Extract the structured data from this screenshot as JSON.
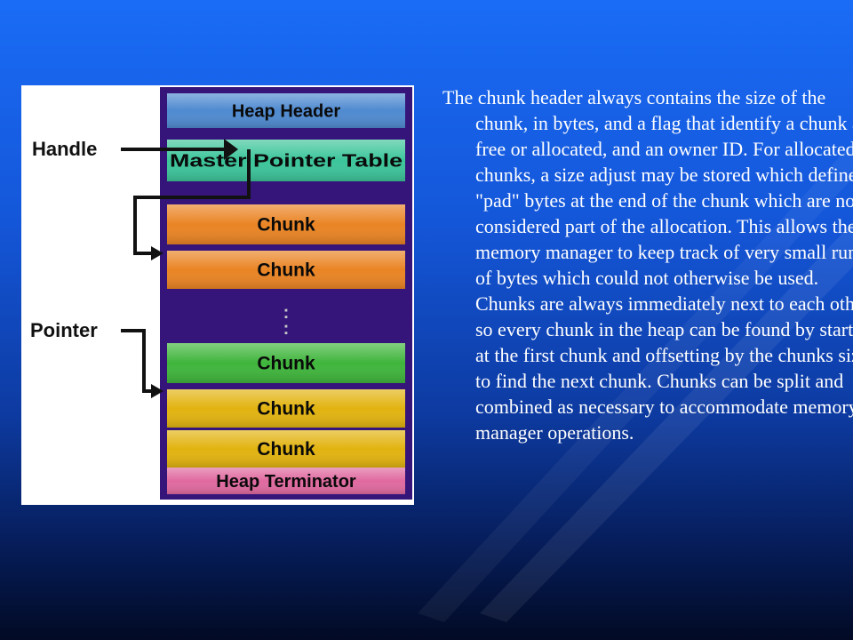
{
  "diagram": {
    "labels": {
      "handle": "Handle",
      "pointer": "Pointer",
      "ellipsis": ":"
    },
    "blocks": [
      {
        "label": "Heap Header",
        "color": "#4f8ad0"
      },
      {
        "label": "Master Pointer Table",
        "color": "#3cc59a"
      },
      {
        "label": "Chunk",
        "color": "#ea8424"
      },
      {
        "label": "Chunk",
        "color": "#ea8424"
      },
      {
        "label": "Chunk",
        "color": "#3fb53c"
      },
      {
        "label": "Chunk",
        "color": "#e2b310"
      },
      {
        "label": "Chunk",
        "color": "#e2b310"
      },
      {
        "label": "Heap Terminator",
        "color": "#e06aa0"
      }
    ],
    "frame_color": "#35157a"
  },
  "text": {
    "paragraph": "The chunk header always contains the size of the chunk, in bytes, and a flag that identify a chunk as free or allocated, and an owner ID. For allocated chunks, a size adjust may be stored which defines \"pad\" bytes at the end of the chunk which are not considered part of the allocation. This allows the memory manager to keep track of very small runs of bytes which could not otherwise be used. Chunks are always immediately next to each other, so every chunk in the heap can be found by starting at the first chunk and offsetting by the chunks size to find the next chunk. Chunks can be split and combined as necessary to accommodate memory manager operations."
  }
}
